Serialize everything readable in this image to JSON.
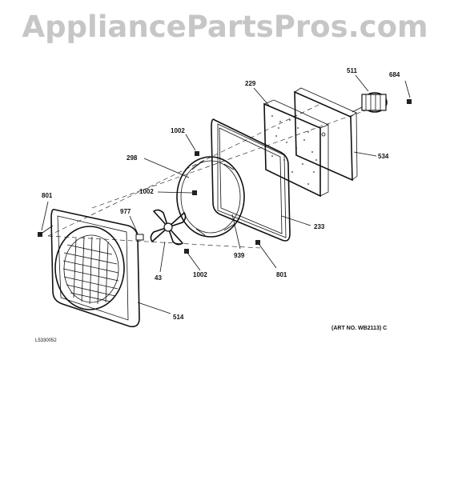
{
  "watermark": "AppliancePartsPros.com",
  "art_number": "(ART NO. WB2113) C",
  "drawing_code": "L5330052",
  "part_labels": {
    "p511": "511",
    "p684": "684",
    "p229": "229",
    "p534": "534",
    "p1002a": "1002",
    "p298": "298",
    "p1002b": "1002",
    "p801a": "801",
    "p977": "977",
    "p233": "233",
    "p939": "939",
    "p801b": "801",
    "p43": "43",
    "p1002c": "1002",
    "p514": "514"
  }
}
